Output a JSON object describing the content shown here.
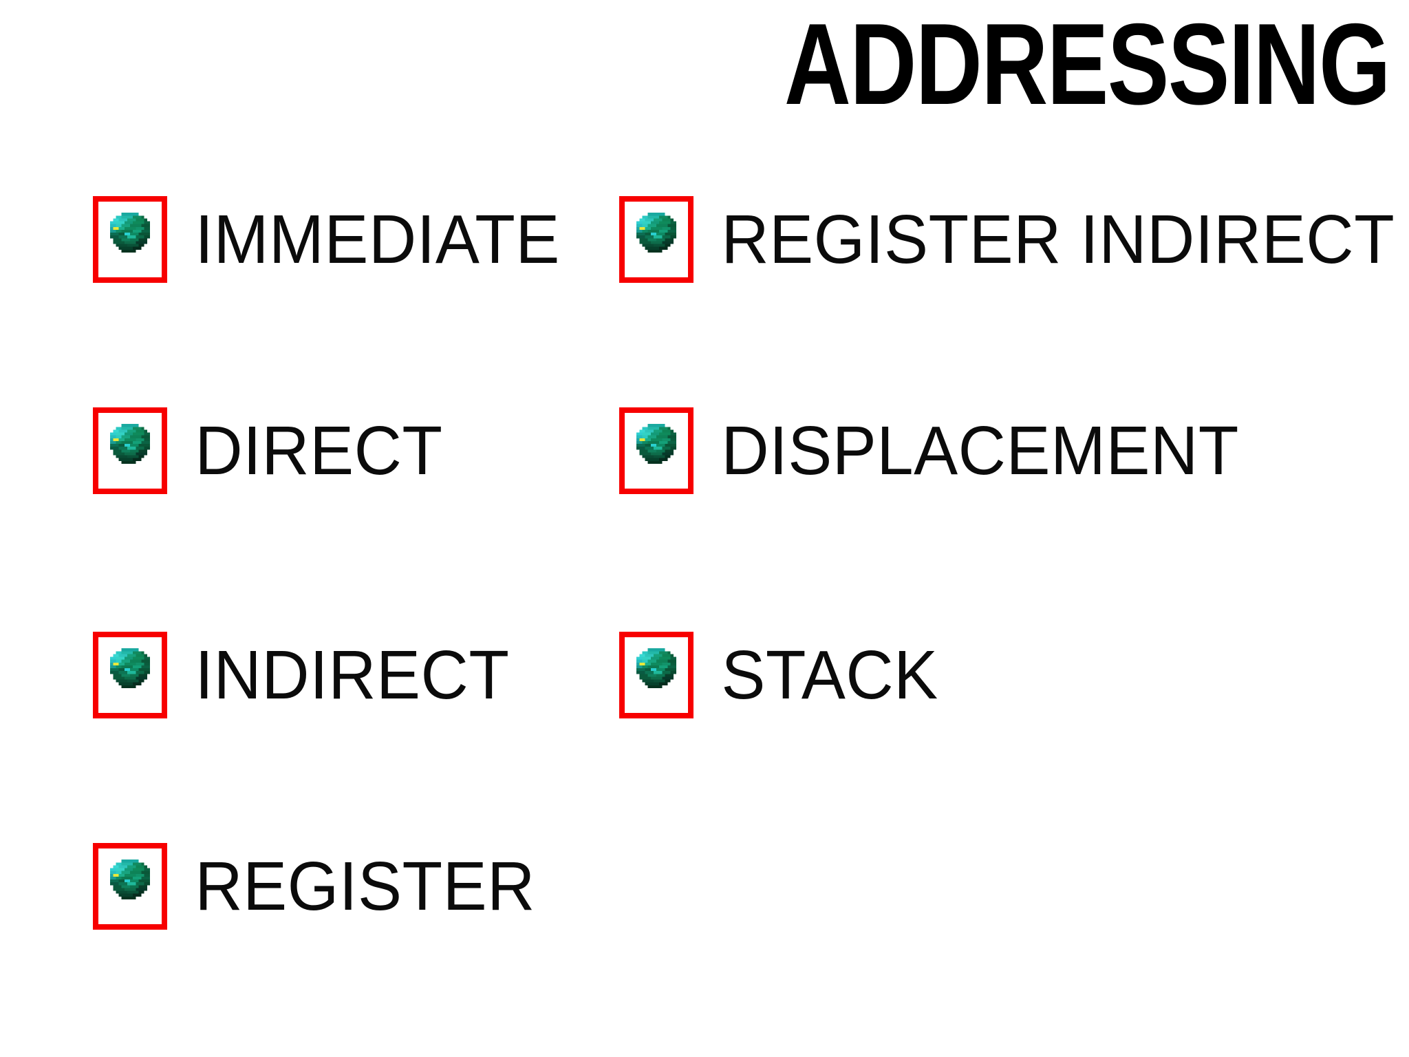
{
  "slide": {
    "title": "ADDRESSING",
    "background_color": "#ffffff",
    "text_color": "#000000",
    "bullet_frame_color": "#f70000",
    "bullet_icon_name": "globe-icon",
    "bullet_icon_colors": {
      "highlight_cyan": "#2fd3d3",
      "mid_teal": "#17a39a",
      "green": "#0f8a55",
      "dark_green": "#0b5535",
      "accent_yellow": "#e8e83c",
      "deep_shadow": "#073b28"
    }
  },
  "columns": [
    {
      "name": "left-column",
      "items": [
        {
          "label": "IMMEDIATE"
        },
        {
          "label": "DIRECT"
        },
        {
          "label": "INDIRECT"
        },
        {
          "label": "REGISTER"
        }
      ]
    },
    {
      "name": "right-column",
      "items": [
        {
          "label": "REGISTER INDIRECT"
        },
        {
          "label": "DISPLACEMENT"
        },
        {
          "label": "STACK"
        }
      ]
    }
  ]
}
